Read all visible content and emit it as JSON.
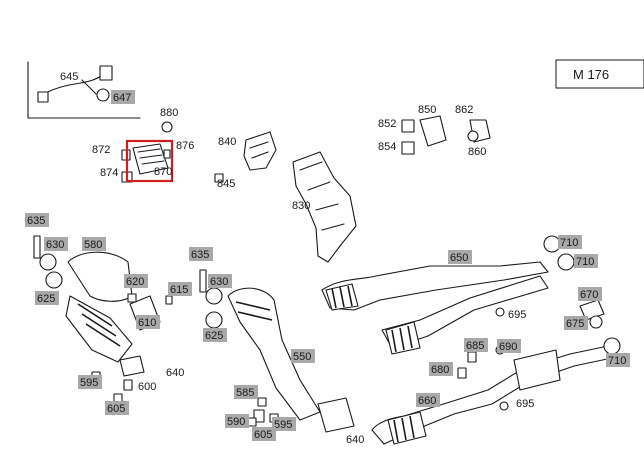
{
  "model_label": "M 176",
  "colors": {
    "highlight": "#cc1f1f",
    "label_grey": "#a9a9a9",
    "line": "#1a1a1a"
  },
  "highlighted_part": "870",
  "callouts": [
    {
      "id": "c645",
      "text": "645",
      "grey": false
    },
    {
      "id": "c647",
      "text": "647",
      "grey": true
    },
    {
      "id": "c880",
      "text": "880",
      "grey": false
    },
    {
      "id": "c872",
      "text": "872",
      "grey": false
    },
    {
      "id": "c876",
      "text": "876",
      "grey": false
    },
    {
      "id": "c874",
      "text": "874",
      "grey": false
    },
    {
      "id": "c870",
      "text": "870",
      "grey": false
    },
    {
      "id": "c840",
      "text": "840",
      "grey": false
    },
    {
      "id": "c845",
      "text": "845",
      "grey": false
    },
    {
      "id": "c830",
      "text": "830",
      "grey": false
    },
    {
      "id": "c850",
      "text": "850",
      "grey": false
    },
    {
      "id": "c852",
      "text": "852",
      "grey": false
    },
    {
      "id": "c862",
      "text": "862",
      "grey": false
    },
    {
      "id": "c854",
      "text": "854",
      "grey": false
    },
    {
      "id": "c860",
      "text": "860",
      "grey": false
    },
    {
      "id": "c635a",
      "text": "635",
      "grey": true
    },
    {
      "id": "c630a",
      "text": "630",
      "grey": true
    },
    {
      "id": "c580",
      "text": "580",
      "grey": true
    },
    {
      "id": "c625a",
      "text": "625",
      "grey": true
    },
    {
      "id": "c620",
      "text": "620",
      "grey": true
    },
    {
      "id": "c615",
      "text": "615",
      "grey": true
    },
    {
      "id": "c610",
      "text": "610",
      "grey": true
    },
    {
      "id": "c635b",
      "text": "635",
      "grey": true
    },
    {
      "id": "c630b",
      "text": "630",
      "grey": true
    },
    {
      "id": "c625b",
      "text": "625",
      "grey": true
    },
    {
      "id": "c595a",
      "text": "595",
      "grey": true
    },
    {
      "id": "c600",
      "text": "600",
      "grey": false
    },
    {
      "id": "c640a",
      "text": "640",
      "grey": false
    },
    {
      "id": "c605a",
      "text": "605",
      "grey": true
    },
    {
      "id": "c550",
      "text": "550",
      "grey": true
    },
    {
      "id": "c585",
      "text": "585",
      "grey": true
    },
    {
      "id": "c590",
      "text": "590",
      "grey": true
    },
    {
      "id": "c595b",
      "text": "595",
      "grey": true
    },
    {
      "id": "c605b",
      "text": "605",
      "grey": true
    },
    {
      "id": "c640b",
      "text": "640",
      "grey": false
    },
    {
      "id": "c650",
      "text": "650",
      "grey": true
    },
    {
      "id": "c710a",
      "text": "710",
      "grey": true
    },
    {
      "id": "c710b",
      "text": "710",
      "grey": true
    },
    {
      "id": "c695a",
      "text": "695",
      "grey": false
    },
    {
      "id": "c670",
      "text": "670",
      "grey": true
    },
    {
      "id": "c675",
      "text": "675",
      "grey": true
    },
    {
      "id": "c685",
      "text": "685",
      "grey": true
    },
    {
      "id": "c690",
      "text": "690",
      "grey": true
    },
    {
      "id": "c680",
      "text": "680",
      "grey": true
    },
    {
      "id": "c660",
      "text": "660",
      "grey": true
    },
    {
      "id": "c695b",
      "text": "695",
      "grey": false
    },
    {
      "id": "c710c",
      "text": "710",
      "grey": true
    }
  ]
}
